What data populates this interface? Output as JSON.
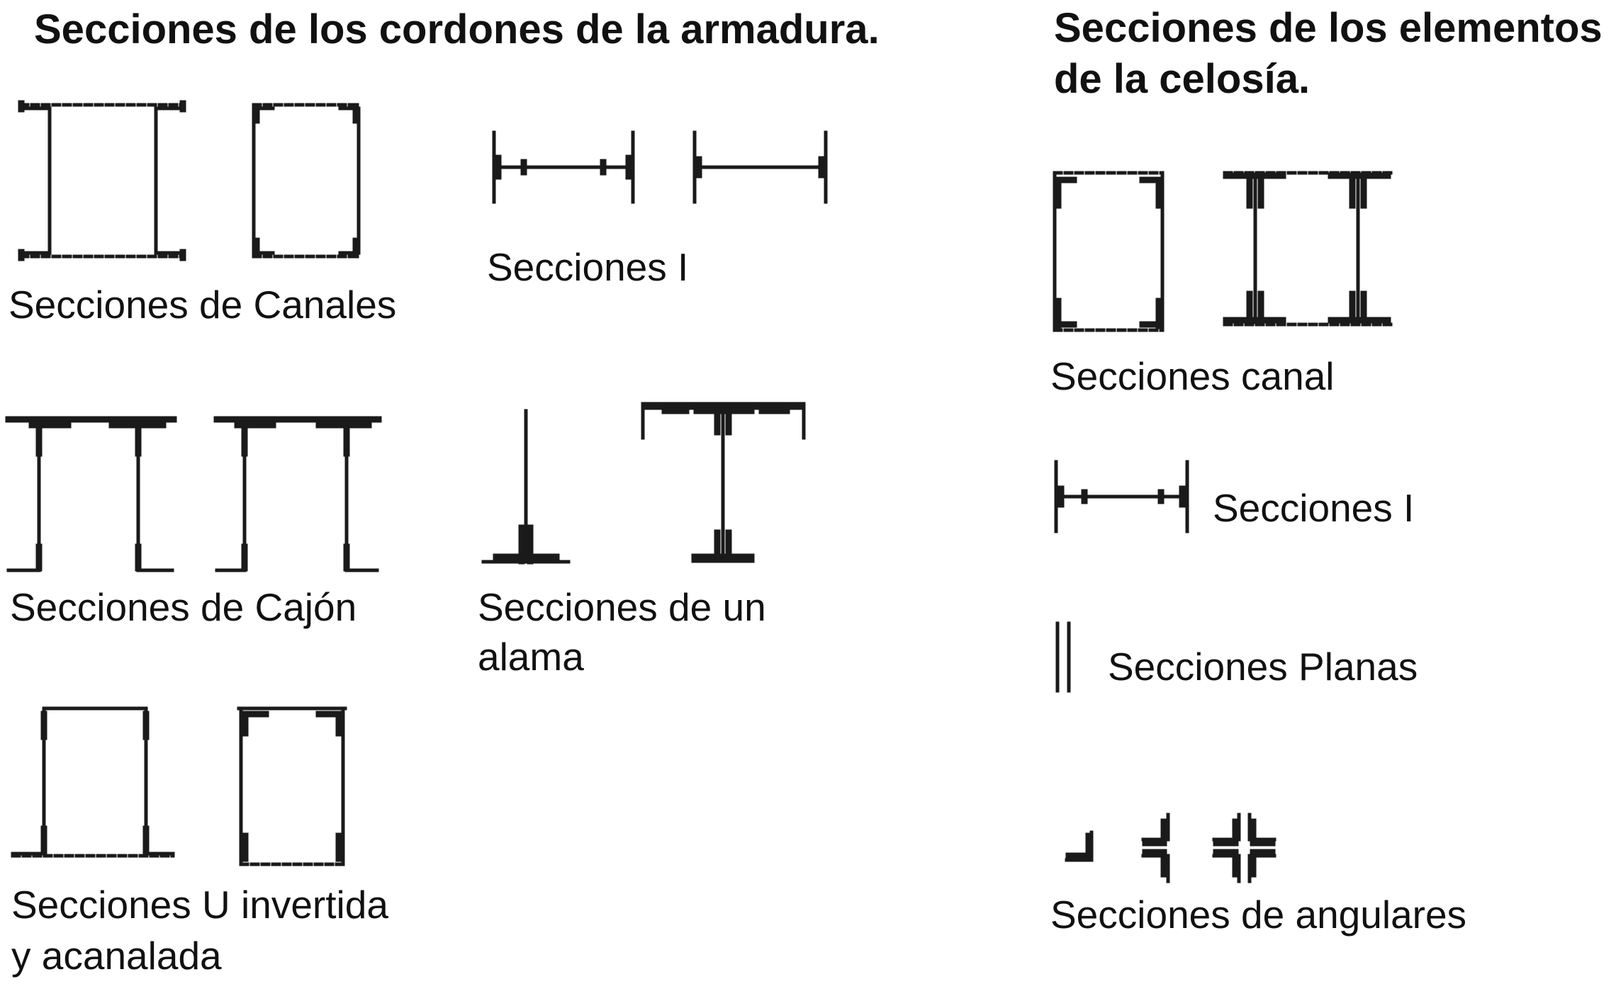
{
  "headings": {
    "chords": "Secciones de los cordones de la armadura.",
    "lattice": [
      "Secciones de los elementos",
      "de la celosía."
    ]
  },
  "chord_sections": {
    "channels": "Secciones de Canales",
    "i_sections": "Secciones I",
    "box": "Secciones de Cajón",
    "single_web": [
      "Secciones de un",
      "alama"
    ],
    "inverted_u": [
      "Secciones U invertida",
      "y acanalada"
    ]
  },
  "lattice_sections": {
    "channel": "Secciones canal",
    "i_sections": "Secciones I",
    "flat": "Secciones Planas",
    "angles": "Secciones de angulares"
  }
}
